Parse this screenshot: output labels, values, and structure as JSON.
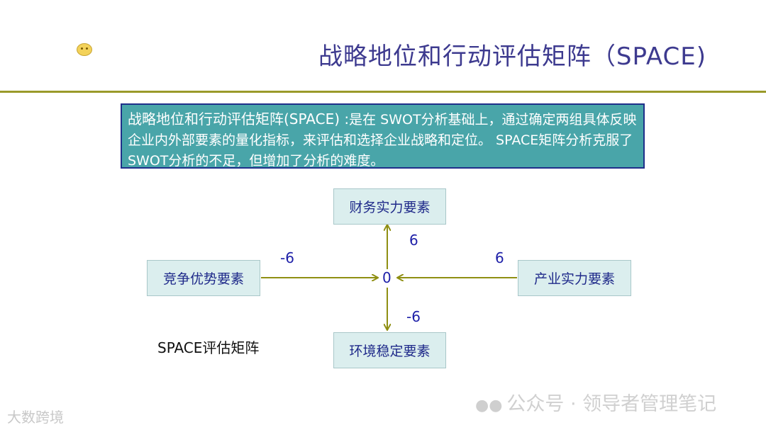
{
  "header": {
    "title": "战略地位和行动评估矩阵（SPACE)"
  },
  "definition": {
    "lead": "战略地位和行动评估矩阵(SPACE) :",
    "body": "是在 SWOT分析基础上，通过确定两组具体反映企业内外部要素的量化指标，来评估和选择企业战略和定位。 SPACE矩阵分析克服了SWOT分析的不足，但增加了分析的难度。"
  },
  "diagram": {
    "top": "财务实力要素",
    "left": "竞争优势要素",
    "right": "产业实力要素",
    "bottom": "环境稳定要素",
    "center": "0",
    "top_value": "6",
    "left_value": "-6",
    "right_value": "6",
    "bottom_value": "-6",
    "arrow_color": "#8f8f12"
  },
  "caption": "SPACE评估矩阵",
  "watermarks": {
    "right": "公众号 · 领导者管理笔记",
    "left": "大数跨境"
  }
}
